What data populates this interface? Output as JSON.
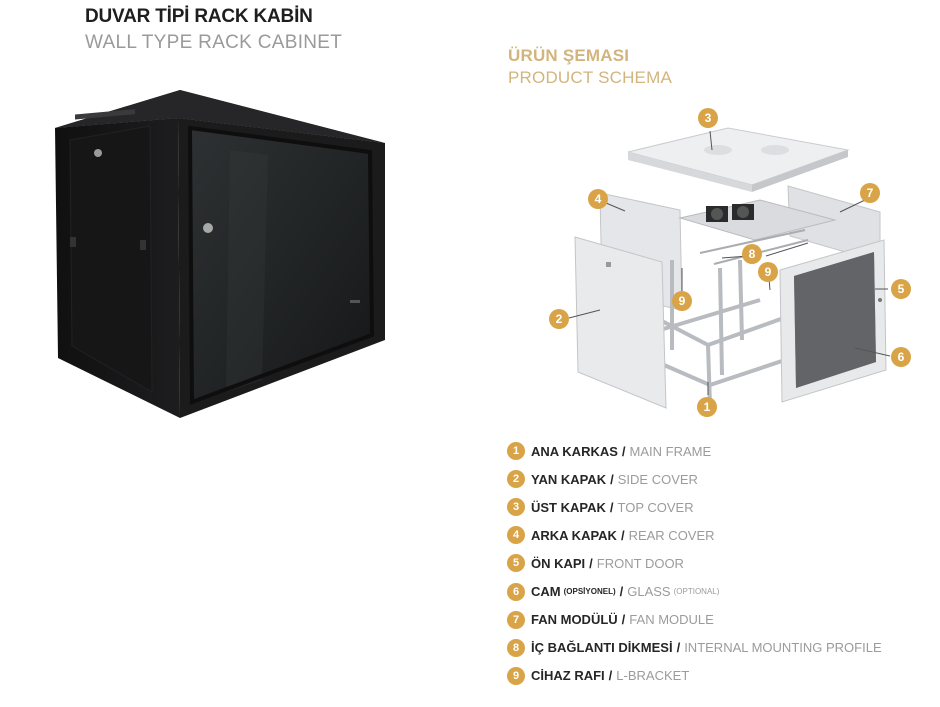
{
  "header": {
    "title_tr": "DUVAR TİPİ RACK KABİN",
    "title_en": "WALL TYPE RACK CABINET"
  },
  "schema": {
    "title_tr": "ÜRÜN ŞEMASI",
    "title_en": "PRODUCT SCHEMA",
    "callouts": [
      "1",
      "2",
      "3",
      "4",
      "5",
      "6",
      "7",
      "8",
      "9",
      "9"
    ]
  },
  "colors": {
    "accent": "#d9a447",
    "schema_title": "#d2b57d",
    "secondary_text": "#9b9b9b"
  },
  "legend": [
    {
      "num": "1",
      "tr": "ANA KARKAS",
      "en": "MAIN FRAME"
    },
    {
      "num": "2",
      "tr": "YAN KAPAK",
      "en": "SIDE COVER"
    },
    {
      "num": "3",
      "tr": "ÜST KAPAK",
      "en": "TOP COVER"
    },
    {
      "num": "4",
      "tr": "ARKA KAPAK",
      "en": "REAR COVER"
    },
    {
      "num": "5",
      "tr": "ÖN KAPI",
      "en": "FRONT DOOR"
    },
    {
      "num": "6",
      "tr": "CAM",
      "tr_note": "(OPSİYONEL)",
      "en": "GLASS",
      "en_note": "(OPTIONAL)"
    },
    {
      "num": "7",
      "tr": "FAN MODÜLÜ",
      "en": "FAN MODULE"
    },
    {
      "num": "8",
      "tr": "İÇ BAĞLANTI DİKMESİ",
      "en": "INTERNAL MOUNTING PROFILE"
    },
    {
      "num": "9",
      "tr": "CİHAZ RAFI",
      "en": "L-BRACKET"
    }
  ],
  "separator": "/"
}
